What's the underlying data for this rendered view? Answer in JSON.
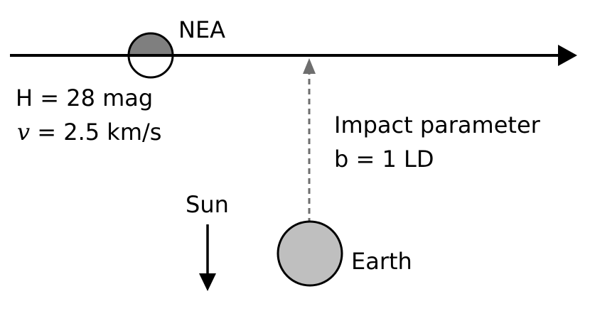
{
  "asteroid": {
    "label": "NEA",
    "magnitude": "H = 28 mag",
    "velocity_symbol": "v",
    "velocity_value": "= 2.5 km/s"
  },
  "impact": {
    "label": "Impact parameter",
    "value": "b = 1 LD"
  },
  "sun": {
    "label": "Sun"
  },
  "earth": {
    "label": "Earth"
  },
  "colors": {
    "line": "#000000",
    "asteroid_dark": "#7f7f7f",
    "asteroid_light": "#ffffff",
    "earth_fill": "#bfbfbf",
    "dashed": "#6e6e6e"
  }
}
